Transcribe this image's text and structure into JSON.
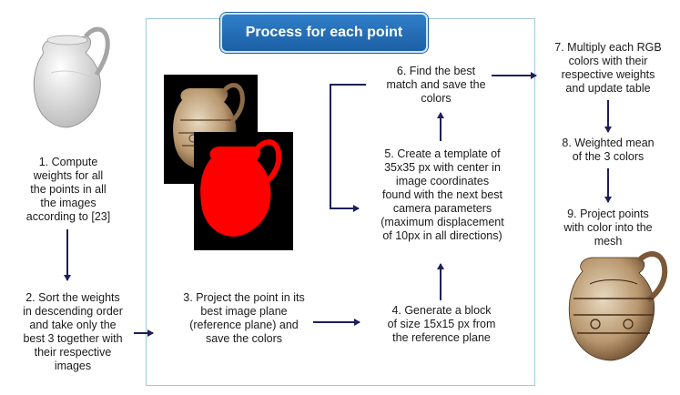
{
  "title": "Process for each point",
  "steps": {
    "s1": [
      "1. Compute",
      "weights for all",
      "the points in all",
      "the images",
      "according to [23]"
    ],
    "s2": [
      "2. Sort the weights",
      "in descending order",
      "and take only the",
      "best 3 together with",
      "their respective",
      "images"
    ],
    "s3": [
      "3. Project the point in its",
      "best image plane",
      "(reference plane) and",
      "save the colors"
    ],
    "s4": [
      "4. Generate a block",
      "of size 15x15 px from",
      "the reference plane"
    ],
    "s5": [
      "5. Create a template of",
      "35x35 px with center in",
      "image coordinates",
      "found with the next best",
      "camera parameters",
      "(maximum displacement",
      "of 10px in all directions)"
    ],
    "s6": [
      "6. Find the best",
      "match and save the",
      "colors"
    ],
    "s7": [
      "7. Multiply each RGB",
      "colors with their",
      "respective  weights",
      "and update table"
    ],
    "s8": [
      "8. Weighted mean",
      "of  the 3 colors"
    ],
    "s9": [
      "9. Project points",
      "with color into the",
      "mesh"
    ]
  },
  "colors": {
    "arrow": "#1c1f5a",
    "title_fill": "#1f63a8",
    "frame": "#9ec9df",
    "mask_red": "#ff0000"
  }
}
